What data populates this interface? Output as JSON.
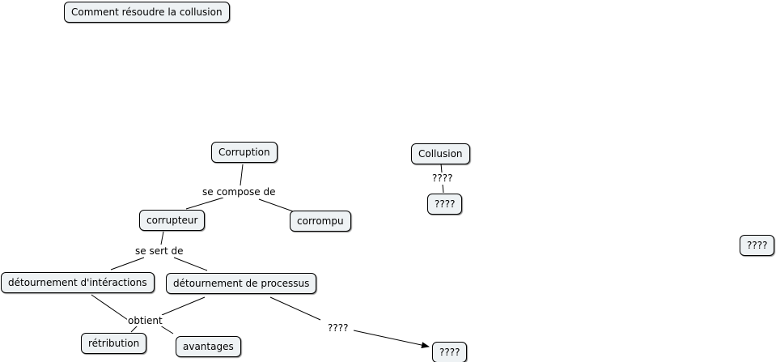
{
  "concepts": {
    "title": "Comment résoudre la collusion",
    "corruption": "Corruption",
    "collusion": "Collusion",
    "q_collusion": "????",
    "corrupteur": "corrupteur",
    "corrompu": "corrompu",
    "q_right": "????",
    "detournement_interactions": "détournement d'intéractions",
    "detournement_processus": "détournement de processus",
    "retribution": "rétribution",
    "avantages": "avantages",
    "q_bottom": "????"
  },
  "link_phrases": {
    "se_compose_de": "se compose de",
    "q_link_collusion": "????",
    "se_sert_de": "se sert de",
    "obtient": "obtient",
    "q_link_processus": "????"
  }
}
